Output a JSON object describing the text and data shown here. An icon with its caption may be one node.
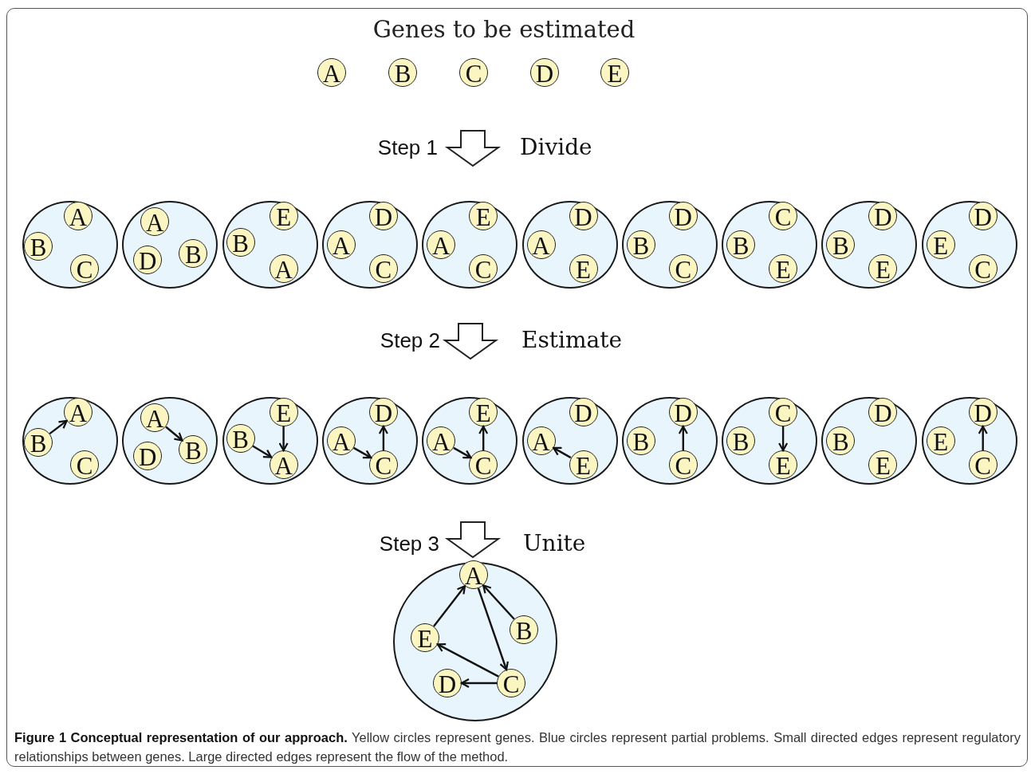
{
  "diagram": {
    "title": "Genes to be estimated",
    "caption": "**Figure 1 Conceptual representation of our approach.** Yellow circles represent genes. Blue circles represent partial problems. Small directed edges represent regulatory relationships between genes. Large directed edges represent the flow of the method.",
    "nodes": [
      {
        "text": [
          "A"
        ]
      },
      {
        "text": [
          "B"
        ]
      },
      {
        "text": [
          "C"
        ]
      },
      {
        "text": [
          "D"
        ]
      },
      {
        "text": [
          "E"
        ]
      },
      {
        "text": [],
        "shape": "circle"
      },
      {
        "text": [
          "A"
        ],
        "in": 5
      },
      {
        "text": [
          "B"
        ],
        "in": 5
      },
      {
        "text": [
          "C"
        ],
        "in": 5
      },
      {
        "text": [],
        "shape": "circle"
      },
      {
        "text": [
          "A"
        ],
        "in": 9
      },
      {
        "text": [
          "B"
        ],
        "in": 9
      },
      {
        "text": [
          "D"
        ],
        "in": 9
      },
      {
        "text": [],
        "shape": "circle"
      },
      {
        "text": [
          "E"
        ],
        "in": 13
      },
      {
        "text": [
          "B"
        ],
        "in": 13
      },
      {
        "text": [
          "A"
        ],
        "in": 13
      },
      {
        "text": [],
        "shape": "circle"
      },
      {
        "text": [
          "D"
        ],
        "in": 17
      },
      {
        "text": [
          "A"
        ],
        "in": 17
      },
      {
        "text": [
          "C"
        ],
        "in": 17
      },
      {
        "text": [],
        "shape": "circle"
      },
      {
        "text": [
          "E"
        ],
        "in": 21
      },
      {
        "text": [
          "A"
        ],
        "in": 21
      },
      {
        "text": [
          "C"
        ],
        "in": 21
      },
      {
        "text": [],
        "shape": "circle"
      },
      {
        "text": [
          "D"
        ],
        "in": 25
      },
      {
        "text": [
          "A"
        ],
        "in": 25
      },
      {
        "text": [
          "E"
        ],
        "in": 25
      },
      {
        "text": [],
        "shape": "circle"
      },
      {
        "text": [
          "D"
        ],
        "in": 29
      },
      {
        "text": [
          "B"
        ],
        "in": 29
      },
      {
        "text": [
          "C"
        ],
        "in": 29
      },
      {
        "text": [],
        "shape": "circle"
      },
      {
        "text": [
          "C"
        ],
        "in": 33
      },
      {
        "text": [
          "B"
        ],
        "in": 33
      },
      {
        "text": [
          "E"
        ],
        "in": 33
      },
      {
        "text": [],
        "shape": "circle"
      },
      {
        "text": [
          "D"
        ],
        "in": 37
      },
      {
        "text": [
          "B"
        ],
        "in": 37
      },
      {
        "text": [
          "E"
        ],
        "in": 37
      },
      {
        "text": [],
        "shape": "circle"
      },
      {
        "text": [
          "D"
        ],
        "in": 41
      },
      {
        "text": [
          "E"
        ],
        "in": 41
      },
      {
        "text": [
          "C"
        ],
        "in": 41
      },
      {
        "text": [],
        "shape": "circle"
      },
      {
        "text": [
          "A"
        ],
        "in": 45
      },
      {
        "text": [
          "B"
        ],
        "in": 45
      },
      {
        "text": [
          "C"
        ],
        "in": 45
      },
      {
        "text": [],
        "shape": "circle"
      },
      {
        "text": [
          "A"
        ],
        "in": 49
      },
      {
        "text": [
          "B"
        ],
        "in": 49
      },
      {
        "text": [
          "D"
        ],
        "in": 49
      },
      {
        "text": [],
        "shape": "circle"
      },
      {
        "text": [
          "E"
        ],
        "in": 53
      },
      {
        "text": [
          "B"
        ],
        "in": 53
      },
      {
        "text": [
          "A"
        ],
        "in": 53
      },
      {
        "text": [],
        "shape": "circle"
      },
      {
        "text": [
          "D"
        ],
        "in": 57
      },
      {
        "text": [
          "A"
        ],
        "in": 57
      },
      {
        "text": [
          "C"
        ],
        "in": 57
      },
      {
        "text": [],
        "shape": "circle"
      },
      {
        "text": [
          "E"
        ],
        "in": 61
      },
      {
        "text": [
          "A"
        ],
        "in": 61
      },
      {
        "text": [
          "C"
        ],
        "in": 61
      },
      {
        "text": [],
        "shape": "circle"
      },
      {
        "text": [
          "D"
        ],
        "in": 65
      },
      {
        "text": [
          "A"
        ],
        "in": 65
      },
      {
        "text": [
          "E"
        ],
        "in": 65
      },
      {
        "text": [],
        "shape": "circle"
      },
      {
        "text": [
          "D"
        ],
        "in": 69
      },
      {
        "text": [
          "B"
        ],
        "in": 69
      },
      {
        "text": [
          "C"
        ],
        "in": 69
      },
      {
        "text": [],
        "shape": "circle"
      },
      {
        "text": [
          "C"
        ],
        "in": 73
      },
      {
        "text": [
          "B"
        ],
        "in": 73
      },
      {
        "text": [
          "E"
        ],
        "in": 73
      },
      {
        "text": [],
        "shape": "circle"
      },
      {
        "text": [
          "D"
        ],
        "in": 77
      },
      {
        "text": [
          "B"
        ],
        "in": 77
      },
      {
        "text": [
          "E"
        ],
        "in": 77
      },
      {
        "text": [],
        "shape": "circle"
      },
      {
        "text": [
          "D"
        ],
        "in": 81
      },
      {
        "text": [
          "E"
        ],
        "in": 81
      },
      {
        "text": [
          "C"
        ],
        "in": 81
      },
      {
        "text": [],
        "shape": "circle"
      },
      {
        "text": [
          "A"
        ],
        "in": 85
      },
      {
        "text": [
          "B"
        ],
        "in": 85
      },
      {
        "text": [
          "E"
        ],
        "in": 85
      },
      {
        "text": [
          "D"
        ],
        "in": 85
      },
      {
        "text": [
          "C"
        ],
        "in": 85
      }
    ],
    "edges": [
      {
        "from": 47,
        "to": 46,
        "arrow": "to"
      },
      {
        "from": 50,
        "to": 51,
        "arrow": "to"
      },
      {
        "from": 54,
        "to": 56,
        "arrow": "to"
      },
      {
        "from": 55,
        "to": 56,
        "arrow": "to"
      },
      {
        "from": 59,
        "to": 60,
        "arrow": "to"
      },
      {
        "from": 60,
        "to": 58,
        "arrow": "to"
      },
      {
        "from": 63,
        "to": 64,
        "arrow": "to"
      },
      {
        "from": 64,
        "to": 62,
        "arrow": "to"
      },
      {
        "from": 68,
        "to": 67,
        "arrow": "to"
      },
      {
        "from": 72,
        "to": 70,
        "arrow": "to"
      },
      {
        "from": 74,
        "to": 76,
        "arrow": "to"
      },
      {
        "from": 84,
        "to": 82,
        "arrow": "to"
      },
      {
        "from": 88,
        "to": 86,
        "arrow": "to"
      },
      {
        "from": 87,
        "to": 86,
        "arrow": "to"
      },
      {
        "from": 86,
        "to": 90,
        "arrow": "to"
      },
      {
        "from": 90,
        "to": 88,
        "arrow": "to"
      },
      {
        "from": 90,
        "to": 89,
        "arrow": "to"
      }
    ],
    "labels": [
      "Step 1",
      "Divide",
      "Step 2",
      "Estimate",
      "Step 3",
      "Unite"
    ]
  }
}
